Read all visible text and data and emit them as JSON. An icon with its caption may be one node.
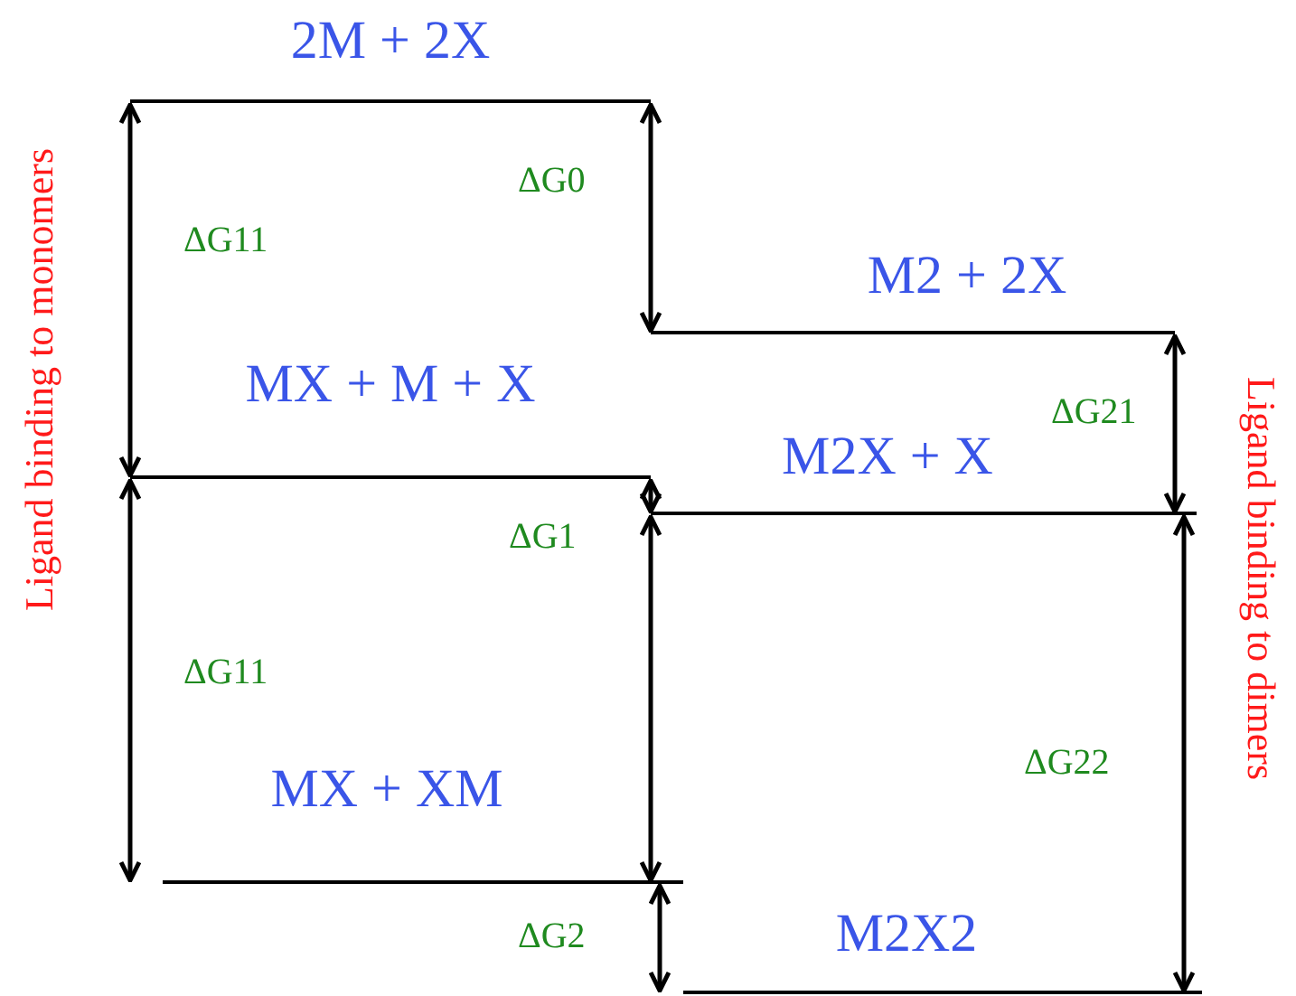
{
  "diagram": {
    "nodes": [
      {
        "text": [
          "2M + 2X"
        ]
      },
      {
        "text": [
          "M2 + 2X"
        ]
      },
      {
        "text": [
          "MX + M + X"
        ]
      },
      {
        "text": [
          "M2X + X"
        ]
      },
      {
        "text": [
          "MX + XM"
        ]
      },
      {
        "text": [
          "M2X2"
        ]
      }
    ],
    "edges": [
      {
        "from": 0,
        "to": 1,
        "arrow": "both",
        "label": "ΔG0"
      },
      {
        "from": 0,
        "to": 2,
        "arrow": "both",
        "label": "ΔG11"
      },
      {
        "from": 1,
        "to": 3,
        "arrow": "both",
        "label": "ΔG21"
      },
      {
        "from": 2,
        "to": 3,
        "arrow": "both",
        "label": "ΔG1"
      },
      {
        "from": 2,
        "to": 4,
        "arrow": "both",
        "label": "ΔG11"
      },
      {
        "from": 3,
        "to": 4,
        "arrow": "both"
      },
      {
        "from": 3,
        "to": 5,
        "arrow": "both",
        "label": "ΔG22"
      },
      {
        "from": 4,
        "to": 5,
        "arrow": "both",
        "label": "ΔG2"
      }
    ],
    "labels": [
      "Ligand binding to monomers",
      "Ligand binding to dimers"
    ]
  }
}
